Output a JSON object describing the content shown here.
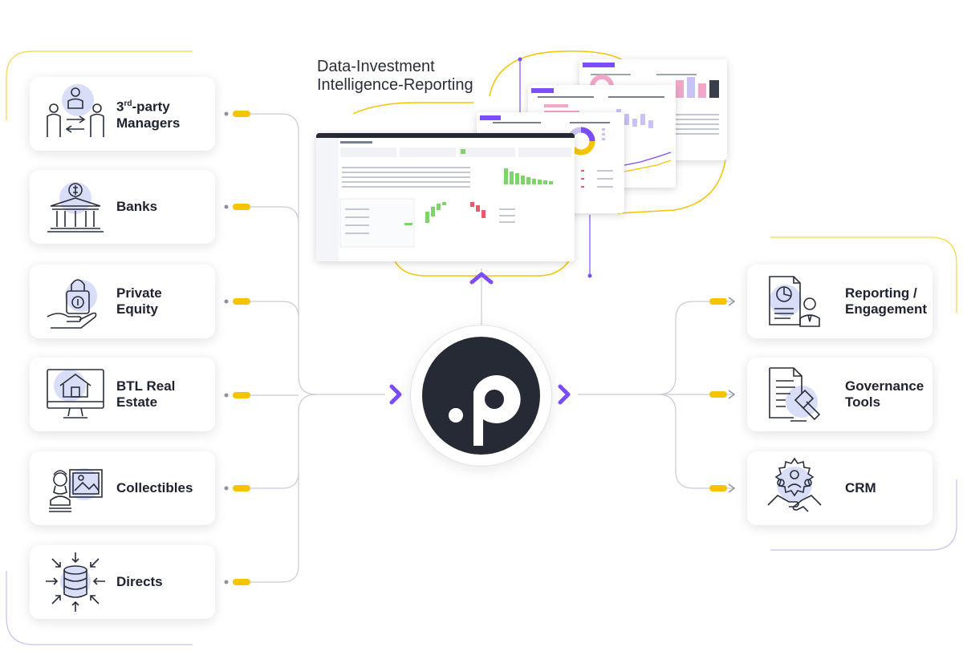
{
  "title": {
    "line1": "Data-Investment",
    "line2": "Intelligence-Reporting"
  },
  "sources": [
    {
      "label_pre": "3",
      "label_sup": "rd",
      "label_post": "-party\nManagers",
      "icon": "managers-exchange-icon"
    },
    {
      "label": "Banks",
      "icon": "bank-icon"
    },
    {
      "label": "Private\nEquity",
      "icon": "padlock-hand-icon"
    },
    {
      "label": "BTL Real\nEstate",
      "icon": "house-monitor-icon"
    },
    {
      "label": "Collectibles",
      "icon": "bust-painting-icon"
    },
    {
      "label": "Directs",
      "icon": "database-icon"
    }
  ],
  "outputs": [
    {
      "label": "Reporting /\nEngagement",
      "icon": "report-user-icon"
    },
    {
      "label": "Governance\nTools",
      "icon": "document-gavel-icon"
    },
    {
      "label": "CRM",
      "icon": "team-handshake-icon"
    }
  ],
  "hub": {
    "icon": "platform-logo-icon"
  },
  "colors": {
    "accent_yellow": "#f5c400",
    "accent_purple": "#7b4dff",
    "line_gray": "#c9cbd6",
    "hub_dark": "#262a35",
    "icon_blob": "#d9def8"
  }
}
